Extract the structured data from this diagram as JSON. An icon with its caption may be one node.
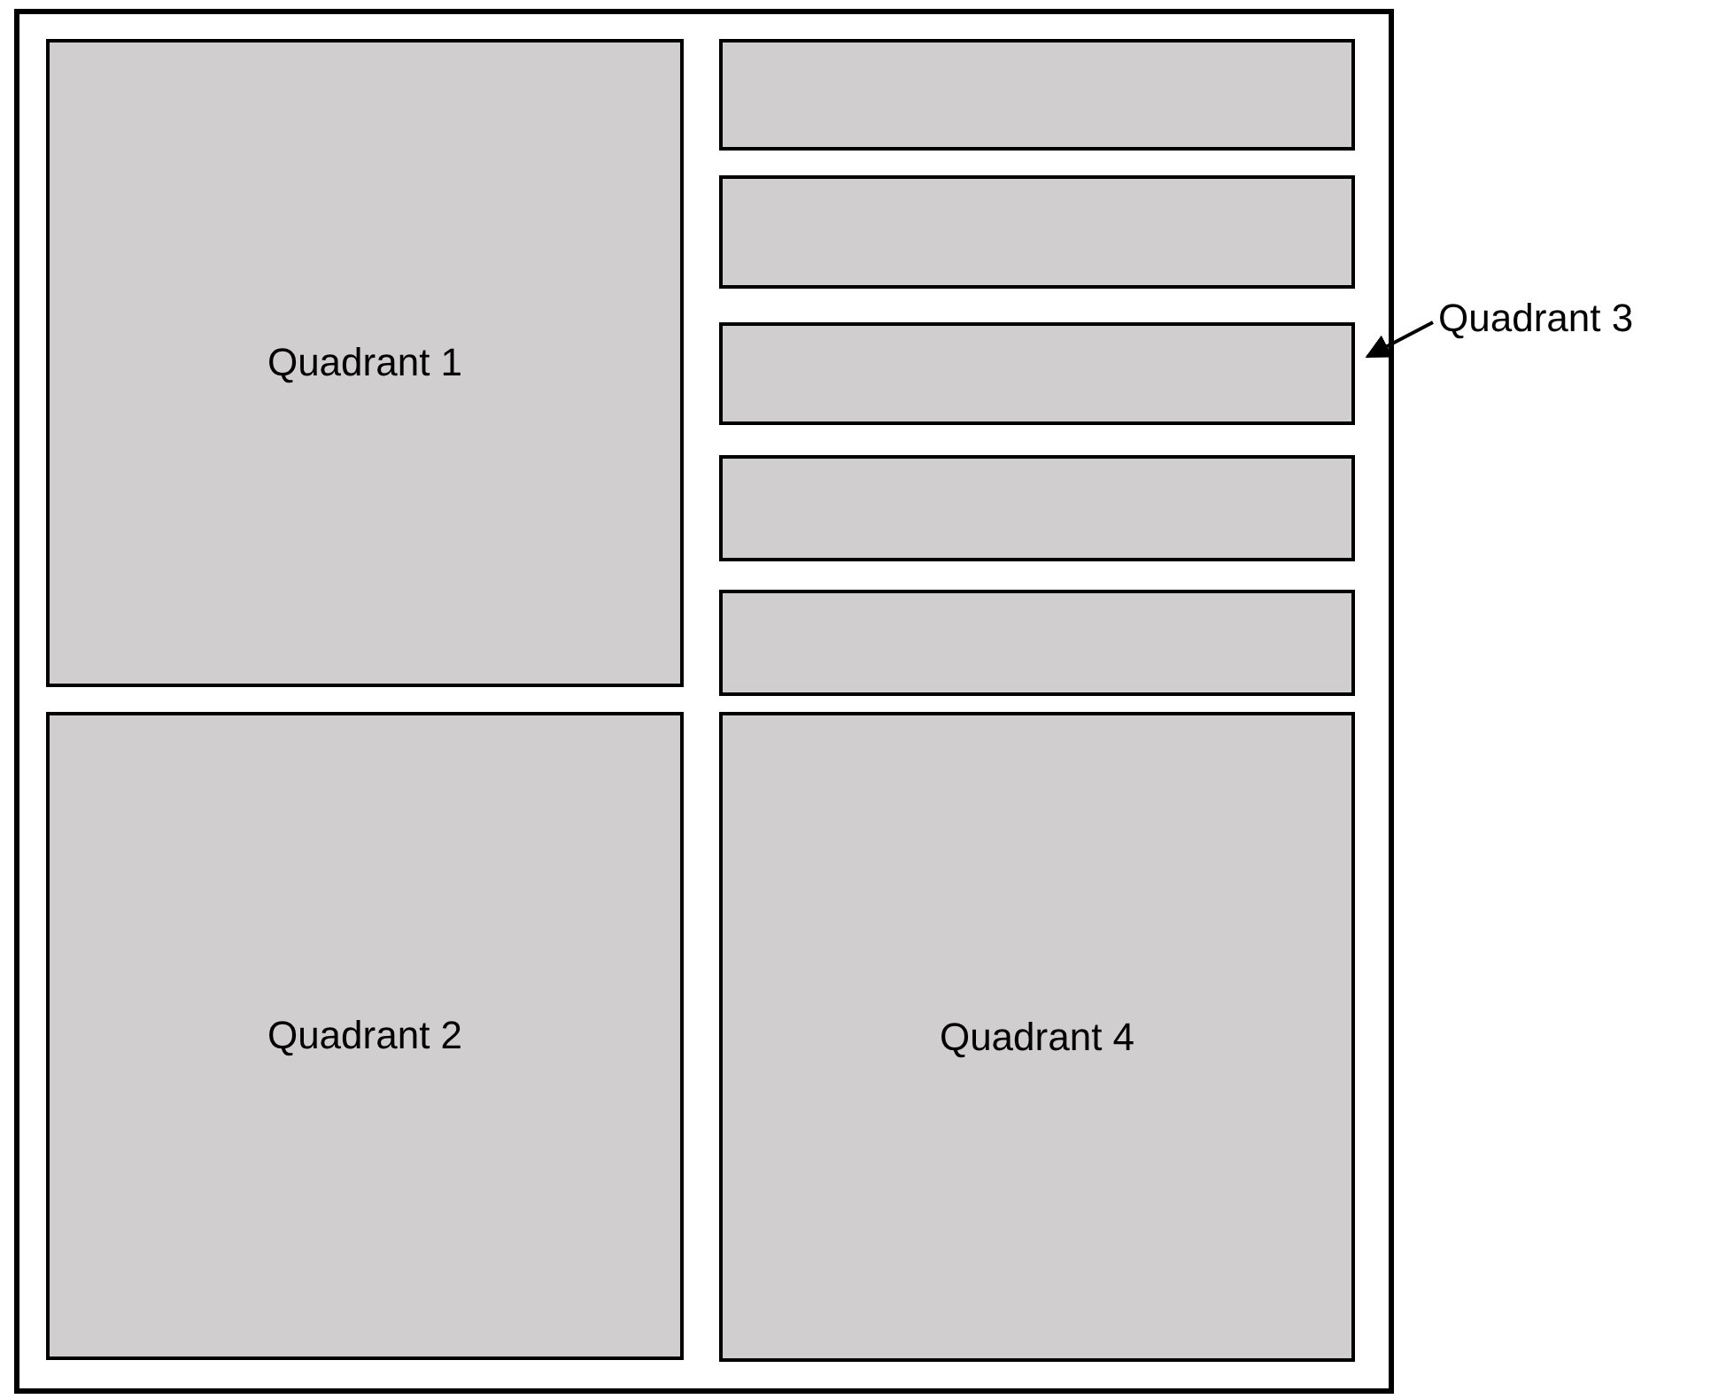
{
  "diagram": {
    "nodes": [
      {
        "text": [],
        "shape": "box"
      },
      {
        "text": [
          "Quadrant 1"
        ],
        "in": 0
      },
      {
        "text": [],
        "shape": "bar",
        "in": 0
      },
      {
        "text": [],
        "shape": "bar",
        "in": 0
      },
      {
        "text": [],
        "shape": "bar",
        "in": 0
      },
      {
        "text": [],
        "shape": "bar",
        "in": 0
      },
      {
        "text": [],
        "shape": "bar",
        "in": 0
      },
      {
        "text": [
          "Quadrant 3"
        ]
      },
      {
        "text": [
          "Quadrant 2"
        ],
        "in": 0
      },
      {
        "text": [
          "Quadrant 4"
        ],
        "in": 0
      }
    ],
    "edges": [
      {
        "from": 7,
        "to": 4,
        "arrow": "to"
      }
    ]
  }
}
